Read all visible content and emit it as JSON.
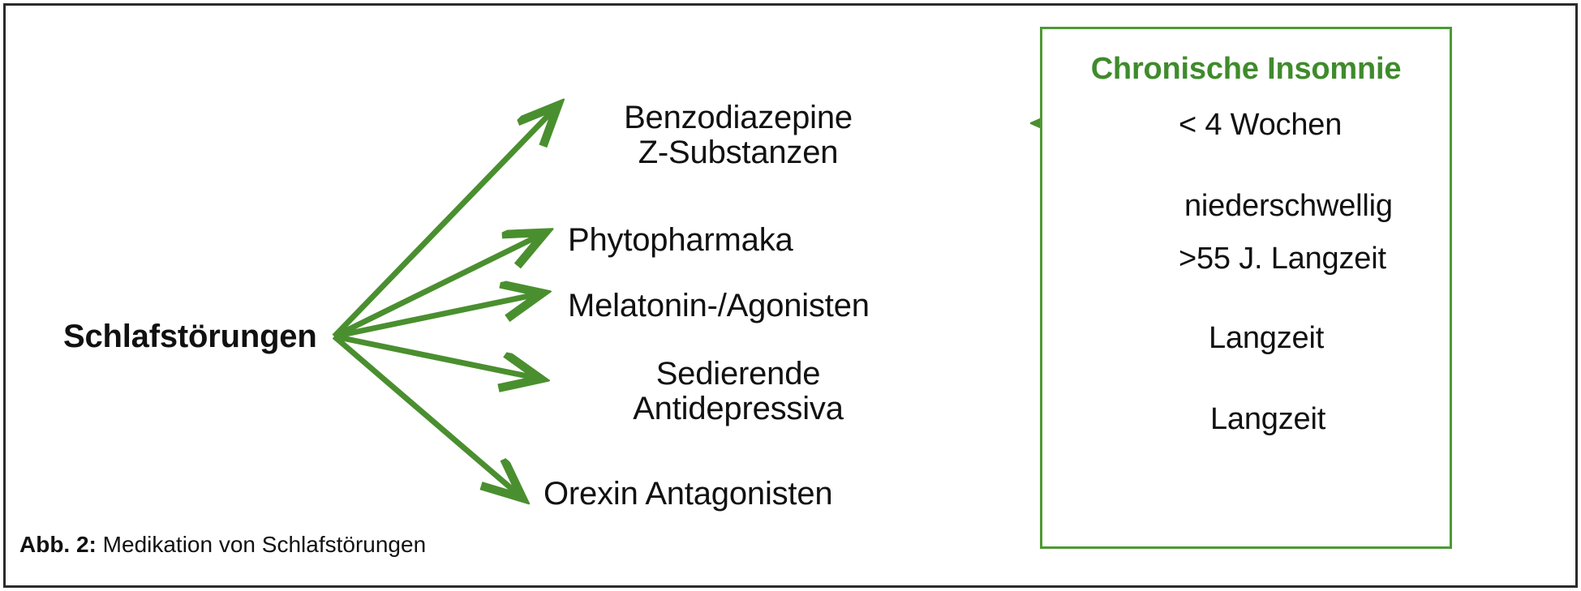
{
  "figure": {
    "caption_tag": "Abb. 2:",
    "caption_text": "Medikation von Schlafstörungen",
    "accent_green": "#3f8b2c",
    "border_green": "#4c9a34",
    "frame_color": "#2b2b2b",
    "text_color": "#111111",
    "background": "#ffffff"
  },
  "source": {
    "label": "Schlafstörungen"
  },
  "branches": [
    {
      "label": "Benzodiazepine\nZ-Substanzen"
    },
    {
      "label": "Phytopharmaka"
    },
    {
      "label": "Melatonin-/Agonisten"
    },
    {
      "label": "Sedierende\nAntidepressiva"
    },
    {
      "label": "Orexin Antagonisten"
    }
  ],
  "panel": {
    "title": "Chronische Insomnie",
    "rows": [
      {
        "label": "< 4 Wochen"
      },
      {
        "label": "niederschwellig"
      },
      {
        "label": ">55 J. Langzeit"
      },
      {
        "label": "Langzeit"
      },
      {
        "label": "Langzeit"
      }
    ]
  },
  "icons": {
    "branch_arrow": "arrow-right-icon",
    "panel_arrow": "arrow-right-icon"
  }
}
